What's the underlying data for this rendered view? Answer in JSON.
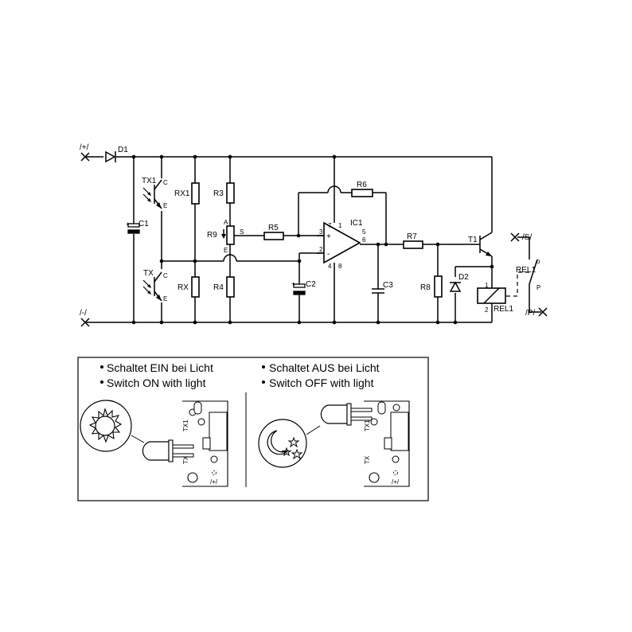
{
  "schematic": {
    "terminals": {
      "plus": "/+/",
      "minus": "/-/",
      "s": "/S/",
      "p": "/P/"
    },
    "components": {
      "d1": "D1",
      "c1": "C1",
      "tx1": "TX1",
      "tx": "TX",
      "rx1": "RX1",
      "rx": "RX",
      "r3": "R3",
      "r4": "R4",
      "r9": "R9",
      "r5": "R5",
      "r6": "R6",
      "c2": "C2",
      "ic1": "IC1",
      "c3": "C3",
      "r7": "R7",
      "r8": "R8",
      "d2": "D2",
      "t1": "T1",
      "rel1_coil": "REL1",
      "rel1_contact": "REL1"
    },
    "pins": {
      "tx1_c": "C",
      "tx1_e": "E",
      "tx_c": "C",
      "tx_e": "E",
      "r9_a": "A",
      "r9_e": "E",
      "r9_s": "S",
      "ic_plus": "+",
      "ic_minus": "-",
      "ic_1": "1",
      "ic_2": "2",
      "ic_3": "3",
      "ic_4": "4",
      "ic_5": "5",
      "ic_6": "6",
      "ic_7": "7",
      "ic_8": "8",
      "c1_pol": "+",
      "c2_pol": "+",
      "rel_1": "1",
      "rel_2": "2",
      "rel_o": "o",
      "rel_p": "P"
    }
  },
  "legend": {
    "left": {
      "line1": "Schaltet EIN bei Licht",
      "line2": "Switch ON with light"
    },
    "right": {
      "line1": "Schaltet AUS bei Licht",
      "line2": "Switch OFF with light"
    },
    "board_labels": {
      "tx1": "TX1",
      "tx": "TX",
      "plus": "/+/"
    },
    "icons": {
      "left": "sun-icon",
      "right": "moon-stars-icon"
    }
  }
}
